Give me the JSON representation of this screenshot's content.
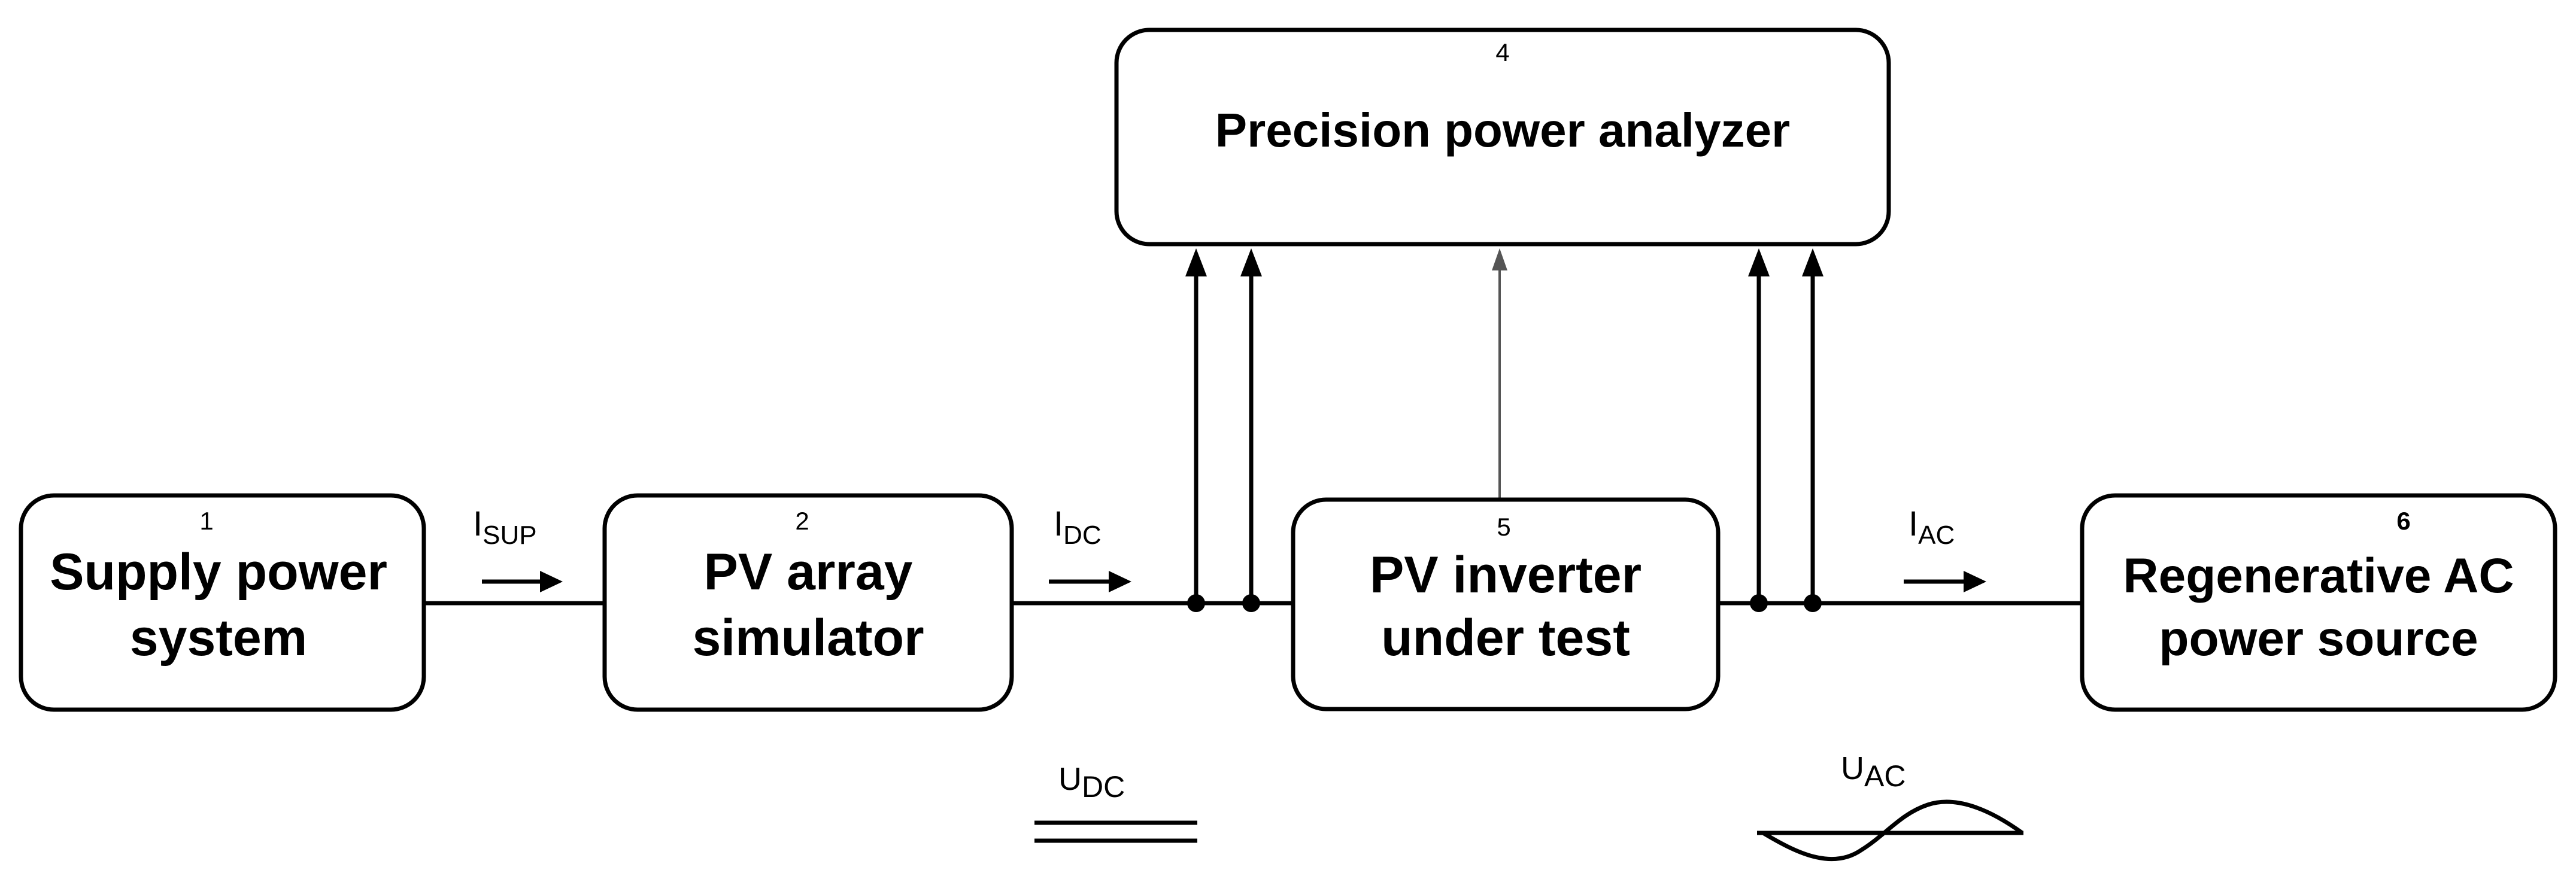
{
  "blocks": {
    "b1": {
      "number": "1",
      "line1": "Supply power",
      "line2": "system"
    },
    "b2": {
      "number": "2",
      "line1": "PV array",
      "line2": "simulator"
    },
    "b4": {
      "number": "4",
      "line1": "Precision power analyzer"
    },
    "b5": {
      "number": "5",
      "line1": "PV inverter",
      "line2": "under test"
    },
    "b6": {
      "number": "6",
      "line1": "Regenerative AC",
      "line2": "power source"
    }
  },
  "signals": {
    "i_sup": {
      "main": "I",
      "sub": "SUP"
    },
    "i_dc": {
      "main": "I",
      "sub": "DC"
    },
    "i_ac": {
      "main": "I",
      "sub": "AC"
    },
    "u_dc": {
      "main": "U",
      "sub": "DC"
    },
    "u_ac": {
      "main": "U",
      "sub": "AC"
    }
  }
}
